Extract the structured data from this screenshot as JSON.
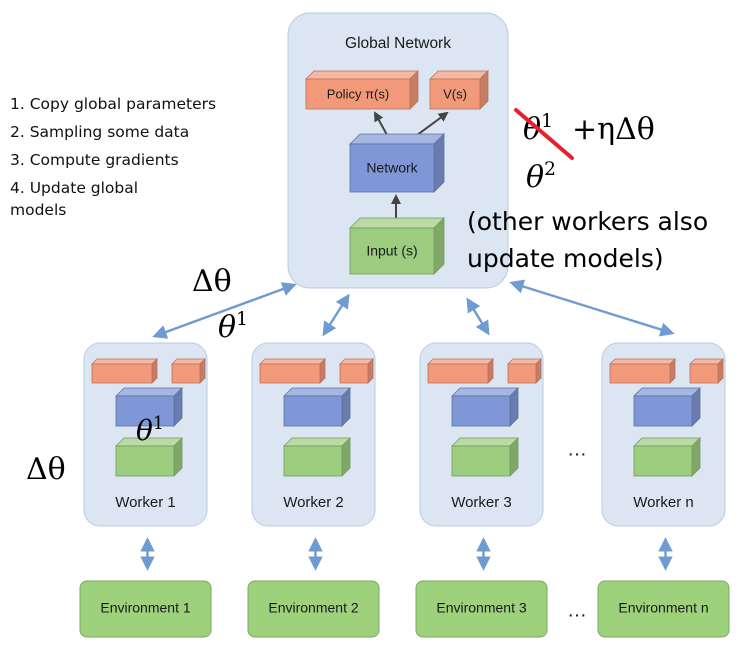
{
  "steps": [
    "1. Copy global parameters",
    "2. Sampling some data",
    "3. Compute gradients",
    "4. Update global models"
  ],
  "global": {
    "title": "Global Network",
    "policy": "Policy π(s)",
    "value": "V(s)",
    "network": "Network",
    "input": "Input (s)"
  },
  "workers": [
    {
      "label": "Worker 1",
      "env": "Environment 1"
    },
    {
      "label": "Worker 2",
      "env": "Environment 2"
    },
    {
      "label": "Worker 3",
      "env": "Environment 3"
    },
    {
      "label": "Worker n",
      "env": "Environment n"
    }
  ],
  "ellipsis": "…",
  "annotations": {
    "theta": "θ",
    "sup1": "1",
    "sup2": "2",
    "update_term": "+ηΔθ",
    "delta_theta": "Δθ",
    "note_line1": "(other workers also",
    "note_line2": "update models)"
  },
  "colors": {
    "panel": "#dce6f3",
    "panel_border": "#b9cbe2",
    "orange": "#f2997a",
    "blue": "#7f97d6",
    "green": "#9ccc7e",
    "env_green": "#9ed17c",
    "arrow": "#6f9bd2",
    "strike": "#e8202b"
  }
}
